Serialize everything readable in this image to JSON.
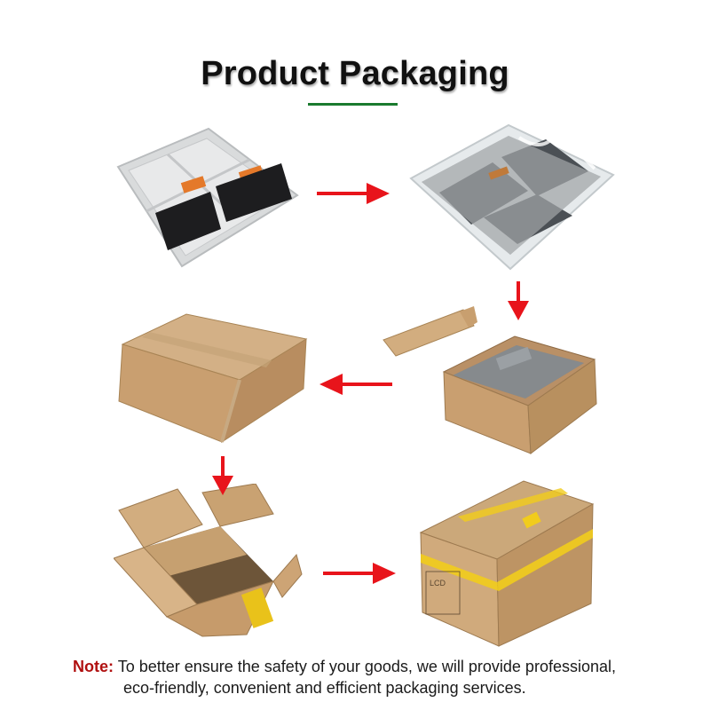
{
  "title": "Product Packaging",
  "note": {
    "label": "Note:",
    "line1": "To better ensure the safety of your goods, we will provide professional,",
    "line2": "eco-friendly, convenient and efficient packaging services."
  },
  "box_label_text": "LCD",
  "colors": {
    "accent_underline": "#1a7a2e",
    "arrow": "#e8141b",
    "note_label": "#b01010"
  },
  "steps": [
    {
      "name": "plastic-tray-with-screens"
    },
    {
      "name": "wrapped-trays"
    },
    {
      "name": "trays-in-open-box"
    },
    {
      "name": "closed-taped-box"
    },
    {
      "name": "open-outer-carton"
    },
    {
      "name": "sealed-outer-carton"
    }
  ]
}
